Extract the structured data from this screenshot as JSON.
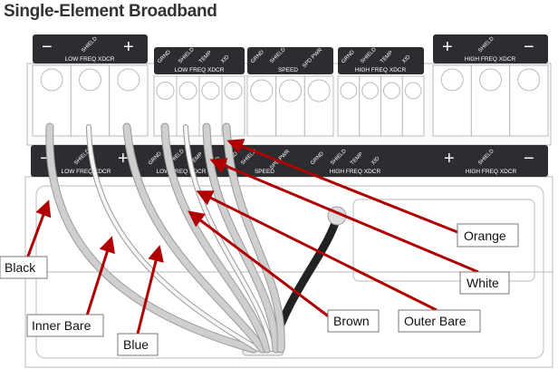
{
  "title": "Single-Element Broadband",
  "top_panels": [
    {
      "left": "−",
      "right": "+",
      "terms": [
        "SHIELD"
      ],
      "label": "LOW FREQ XDCR"
    },
    {
      "terms": [
        "GRND",
        "SHIELD",
        "TEMP",
        "XID"
      ],
      "label": "LOW FREQ XDCR"
    },
    {
      "terms": [
        "GRND",
        "SHIELD",
        "SPD PWR"
      ],
      "label": "SPEED"
    },
    {
      "terms": [
        "GRND",
        "SHIELD",
        "TEMP",
        "XID"
      ],
      "label": "HIGH FREQ XDCR"
    },
    {
      "left": "+",
      "right": "−",
      "terms": [
        "SHIELD"
      ],
      "label": "HIGH FREQ XDCR"
    }
  ],
  "bottom_strip": {
    "sections": [
      {
        "left": "−",
        "right": "+",
        "terms": [
          "SHIELD"
        ],
        "label": "LOW FREQ XDCR"
      },
      {
        "terms": [
          "GRND",
          "SHIELD",
          "TEMP",
          "XID"
        ],
        "label": "LOW FREQ XDCR"
      },
      {
        "terms": [
          "GRND",
          "SHIELD",
          "SPD PWR"
        ],
        "label": "SPEED"
      },
      {
        "terms": [
          "GRND",
          "SHIELD",
          "TEMP",
          "XID"
        ],
        "label": "HIGH FREQ XDCR"
      },
      {
        "left": "+",
        "right": "−",
        "terms": [
          "SHIELD"
        ],
        "label": "HIGH FREQ XDCR"
      }
    ]
  },
  "wire_labels": [
    "Black",
    "Inner Bare",
    "Blue",
    "Brown",
    "Outer Bare",
    "White",
    "Orange"
  ],
  "colors": {
    "panel": "#2b2d31",
    "arrow": "#b00000",
    "wire": "#c8c8c8",
    "cable": "#222222"
  }
}
